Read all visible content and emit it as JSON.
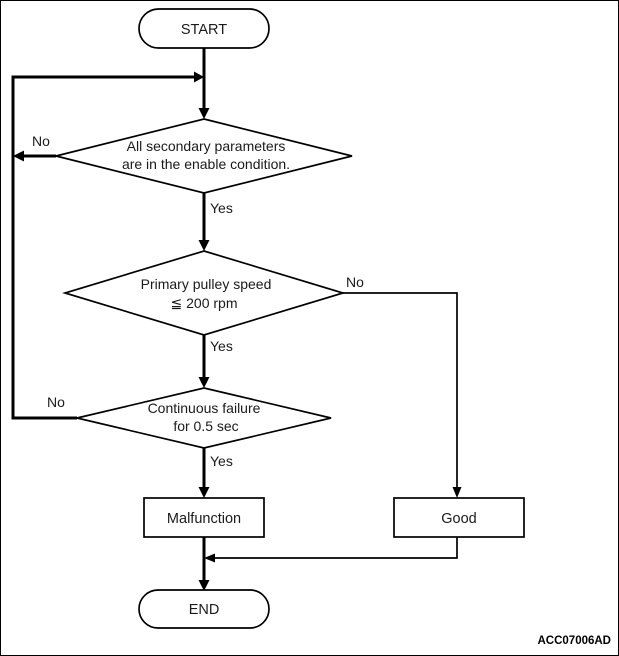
{
  "diagram": {
    "caption": "ACC07006AD",
    "start": {
      "label": "START"
    },
    "end": {
      "label": "END"
    },
    "decisions": [
      {
        "line1": "All secondary parameters",
        "line2": "are in the enable condition.",
        "no": "No",
        "yes": "Yes"
      },
      {
        "line1": "Primary pulley speed",
        "line2": "≦ 200 rpm",
        "no": "No",
        "yes": "Yes"
      },
      {
        "line1": "Continuous failure",
        "line2": "for 0.5 sec",
        "no": "No",
        "yes": "Yes"
      }
    ],
    "outcomes": [
      {
        "label": "Malfunction"
      },
      {
        "label": "Good"
      }
    ],
    "colors": {
      "stroke": "#000000",
      "text": "#1a1a1a",
      "background": "#ffffff"
    }
  }
}
